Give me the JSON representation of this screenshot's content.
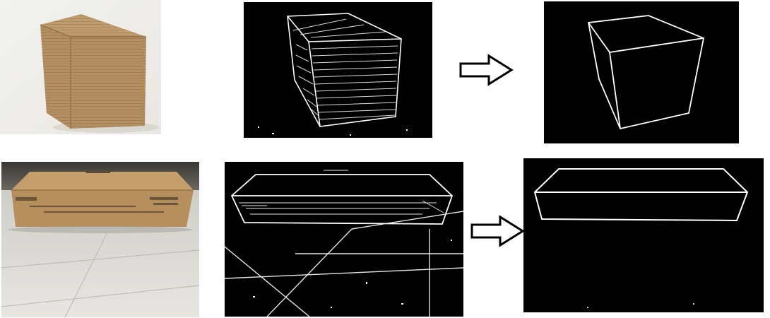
{
  "figure": {
    "rows": [
      {
        "subject": "cube-cardboard-box",
        "panels": [
          "photo",
          "raw-edge-map",
          "cleaned-edge-map"
        ]
      },
      {
        "subject": "long-cardboard-box",
        "panels": [
          "photo",
          "raw-edge-map",
          "cleaned-edge-map"
        ]
      }
    ],
    "colors": {
      "background": "#ffffff",
      "edge_background": "#000000",
      "edge_lines": "#ffffff",
      "cardboard": "#b38e5f",
      "floor": "#d8d6d0"
    },
    "icons": [
      "right-arrow-icon",
      "right-arrow-icon"
    ]
  }
}
